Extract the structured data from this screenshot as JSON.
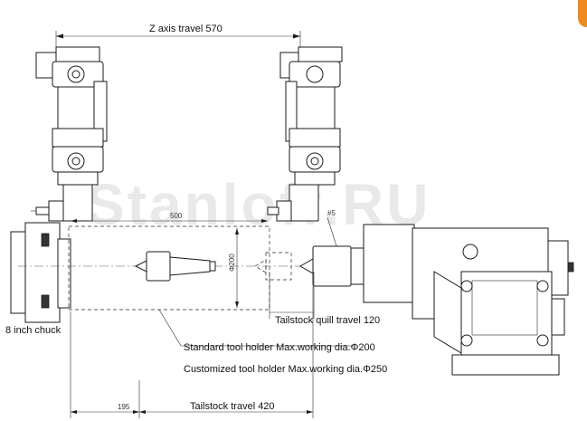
{
  "labels": {
    "z_travel": "Z axis travel 570",
    "chuck": "8 inch chuck",
    "quill_travel": "Tailstock quill travel 120",
    "std_holder": "Standard tool holder Max.working dia.Φ200",
    "custom_holder": "Customized tool holder Max.working dia.Φ250",
    "tailstock_travel": "Tailstock travel 420"
  },
  "dimensions": {
    "length_500": "500",
    "dia_200": "Φ200",
    "offset_195": "195",
    "mark_5": "#5"
  },
  "watermark": "Stanloff.RU",
  "colors": {
    "line": "#1a1a1a",
    "badge": "#f08a1e",
    "watermark": "#e9e9e9"
  }
}
